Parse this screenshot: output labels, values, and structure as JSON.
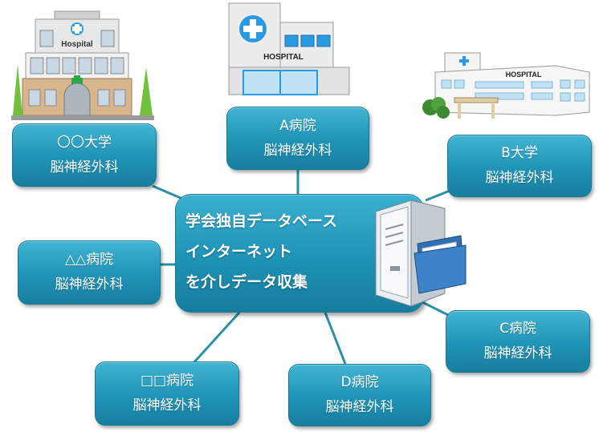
{
  "center": {
    "lines": [
      "学会独自データベース",
      "インターネット",
      "を介しデータ収集"
    ]
  },
  "nodes": [
    {
      "line1": "〇〇大学",
      "line2": "脳神経外科"
    },
    {
      "line1": "A病院",
      "line2": "脳神経外科"
    },
    {
      "line1": "B大学",
      "line2": "脳神経外科"
    },
    {
      "line1": "△△病院",
      "line2": "脳神経外科"
    },
    {
      "line1": "C病院",
      "line2": "脳神経外科"
    },
    {
      "line1": "□□病院",
      "line2": "脳神経外科"
    },
    {
      "line1": "D病院",
      "line2": "脳神経外科"
    }
  ],
  "buildings": {
    "left_sign": "Hospital",
    "top_sign": "HOSPITAL",
    "right_sign": "HOSPITAL"
  },
  "colors": {
    "box_fill": "#1f93b6",
    "connector": "#2a8fa8",
    "building_cross": "#2a9be0"
  }
}
